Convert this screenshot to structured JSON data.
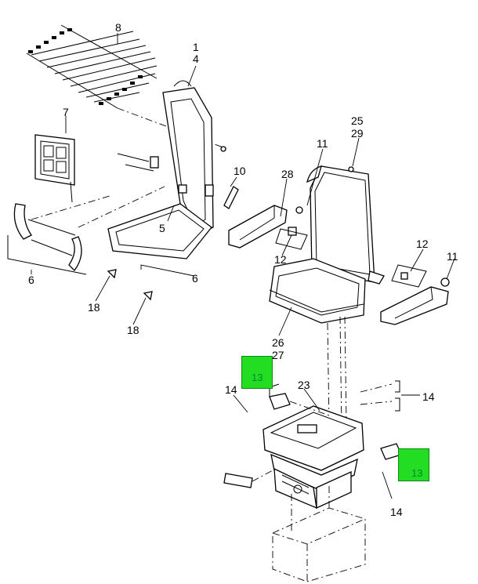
{
  "callouts": {
    "c1": "1",
    "c4": "4",
    "c8": "8",
    "c7": "7",
    "c10": "10",
    "c5": "5",
    "c6a": "6",
    "c6b": "6",
    "c18a": "18",
    "c18b": "18",
    "c11a": "11",
    "c25": "25",
    "c29": "29",
    "c28": "28",
    "c12a": "12",
    "c12b": "12",
    "c11b": "11",
    "c26": "26",
    "c27": "27",
    "c23": "23",
    "c14a": "14",
    "c14b": "14",
    "c14c": "14"
  },
  "hotspots": {
    "h13a": "13",
    "h13b": "13"
  },
  "colors": {
    "hotspot": "#22dd22",
    "line": "#000000"
  }
}
